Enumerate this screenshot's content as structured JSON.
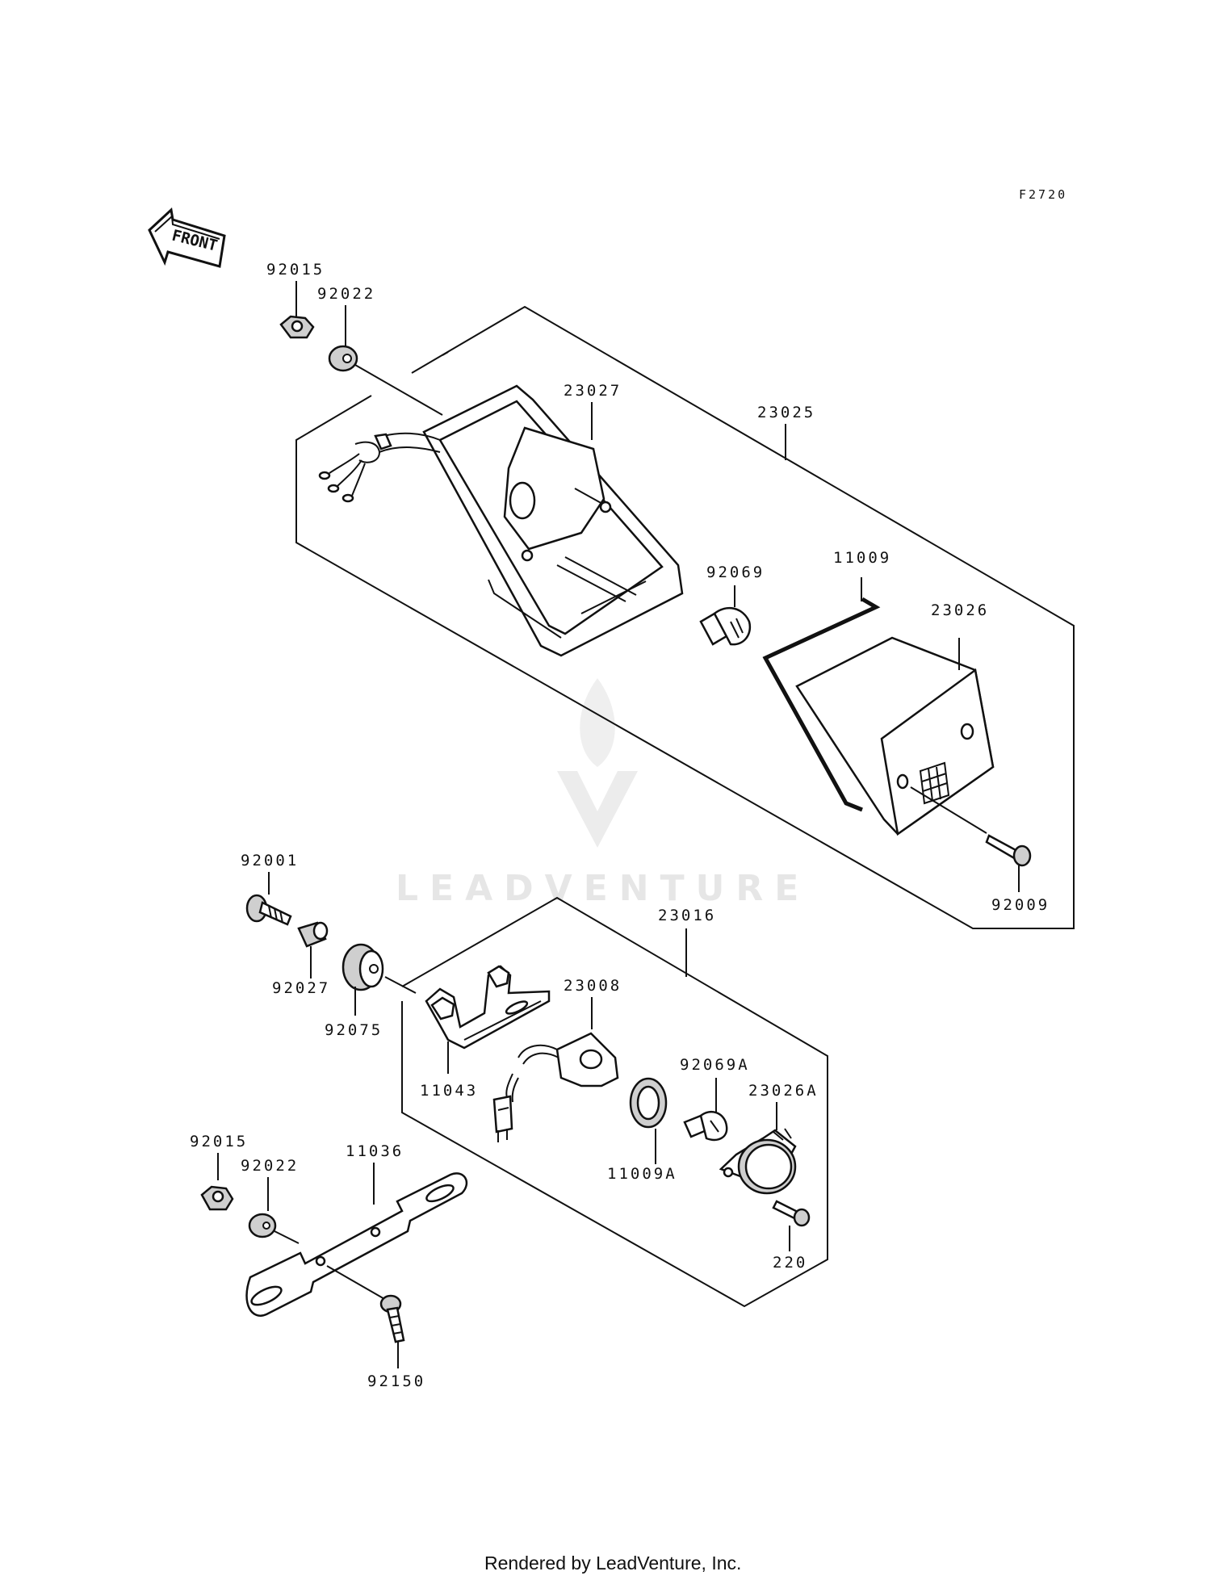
{
  "figure_code": "F2720",
  "front_label": "FRONT",
  "watermark": "LEADVENTURE",
  "footer": "Rendered by LeadVenture, Inc.",
  "labels": {
    "p92015_top": "92015",
    "p92022_top": "92022",
    "p23027": "23027",
    "p23025": "23025",
    "p92069": "92069",
    "p11009": "11009",
    "p23026": "23026",
    "p92009": "92009",
    "p92001": "92001",
    "p92027": "92027",
    "p92075": "92075",
    "p23016": "23016",
    "p23008": "23008",
    "p11043": "11043",
    "p92069A": "92069A",
    "p23026A": "23026A",
    "p11009A": "11009A",
    "p220": "220",
    "p92015_bot": "92015",
    "p92022_bot": "92022",
    "p11036": "11036",
    "p92150": "92150"
  }
}
